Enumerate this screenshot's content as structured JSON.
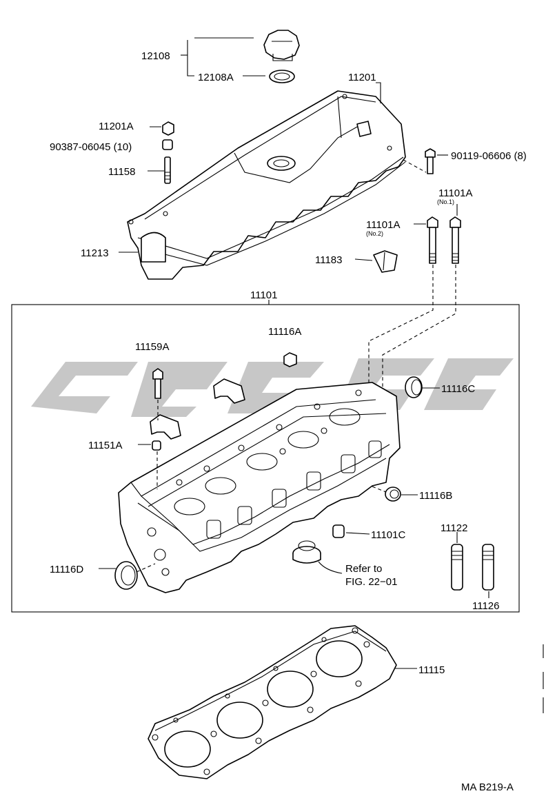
{
  "labels": {
    "p12108": "12108",
    "p12108A": "12108A",
    "p11201": "11201",
    "p11201A": "11201A",
    "p90387": "90387-06045 (10)",
    "p11158": "11158",
    "p90119": "90119-06606 (8)",
    "p11101A_no1": "11101A",
    "no1": "(No.1)",
    "p11101A_no2": "11101A",
    "no2": "(No.2)",
    "p11213": "11213",
    "p11183": "11183",
    "p11101": "11101",
    "p11116A": "11116A",
    "p11159A": "11159A",
    "p11116C": "11116C",
    "p11151A": "11151A",
    "p11116B": "11116B",
    "p11122": "11122",
    "p11101C": "11101C",
    "refer1": "Refer to",
    "refer2": "FIG. 22−01",
    "p11116D": "11116D",
    "p11126": "11126",
    "p11115": "11115",
    "code": "MA B219-A"
  }
}
